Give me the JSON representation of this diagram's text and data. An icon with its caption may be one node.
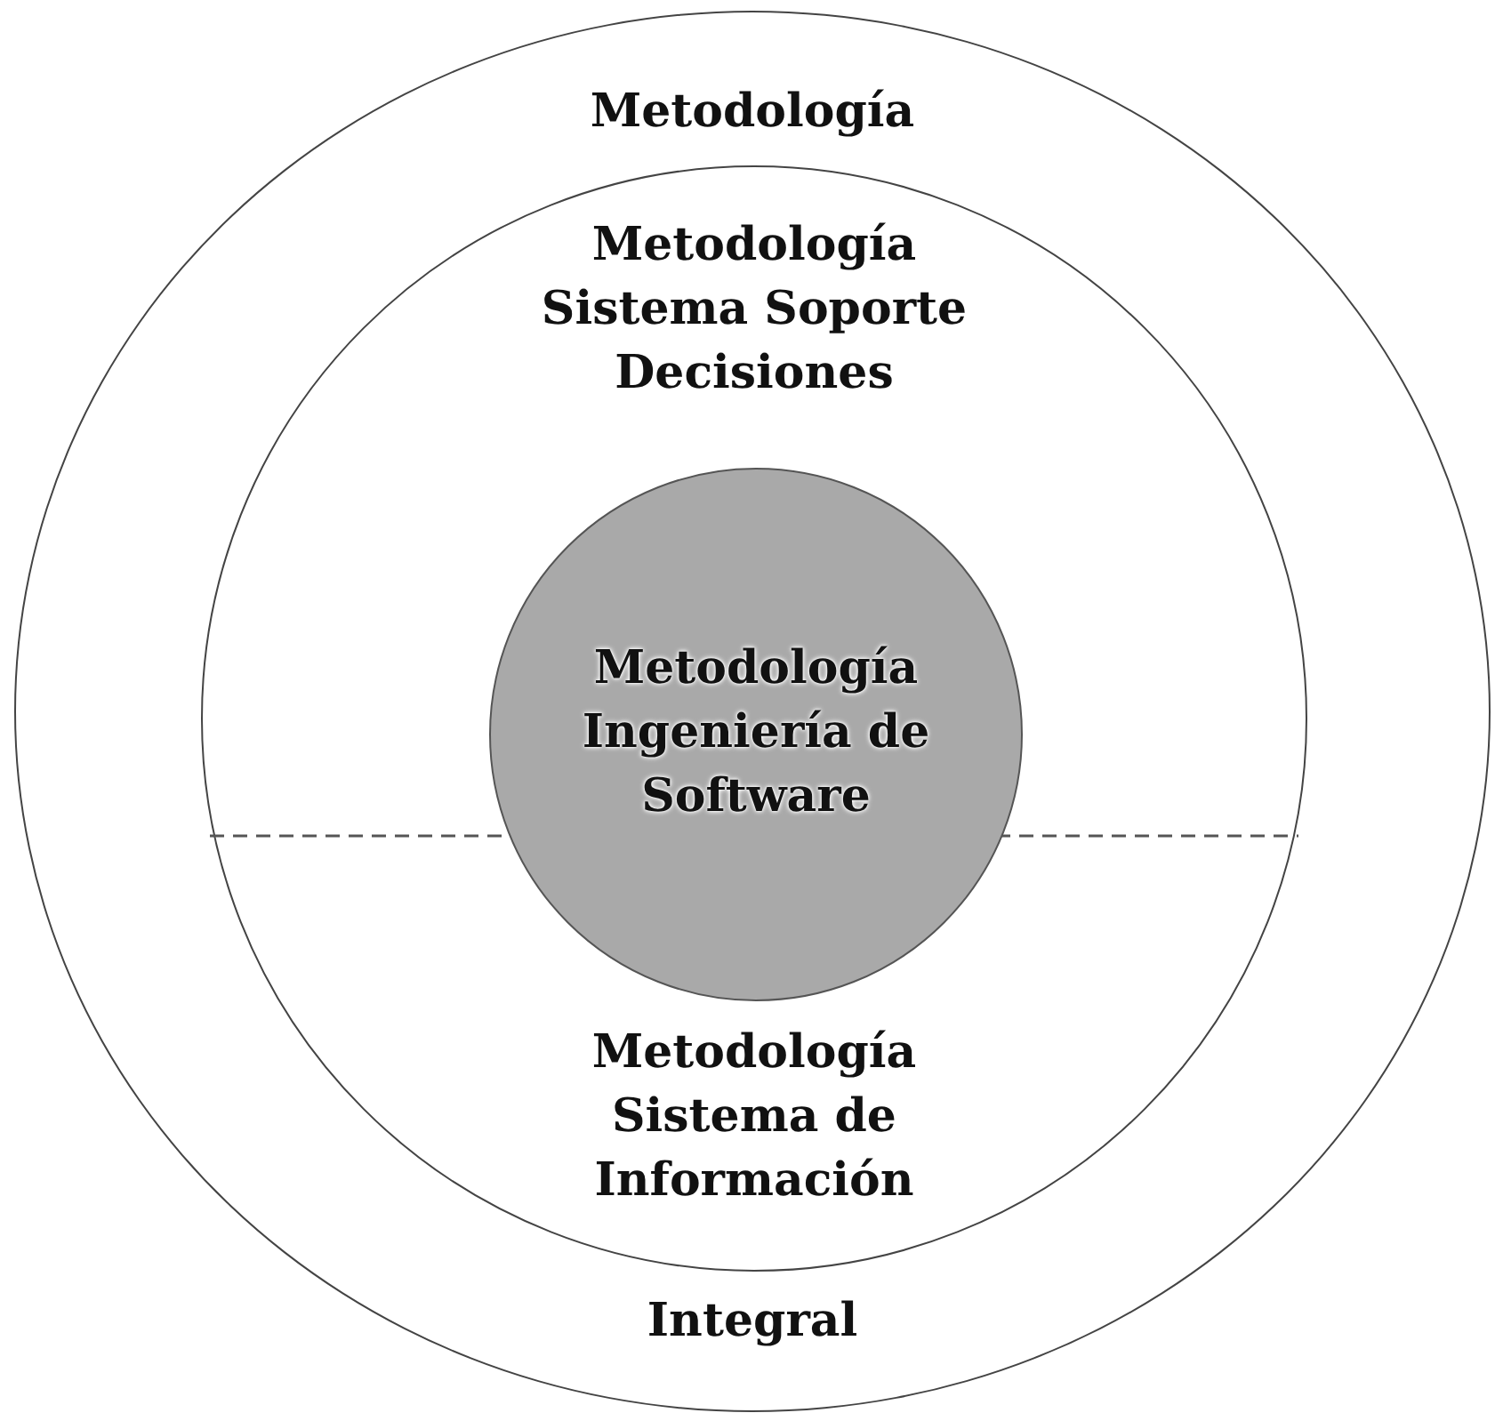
{
  "diagram": {
    "nodes": [
      {
        "text": [
          "Metodología",
          "Integral"
        ]
      },
      {
        "text": [
          "Metodología Sistema Soporte Decisiones",
          "Metodología Sistema de Información"
        ],
        "in": 0
      },
      {
        "text": [
          "Metodología Ingeniería de Software"
        ],
        "in": 1
      }
    ]
  }
}
